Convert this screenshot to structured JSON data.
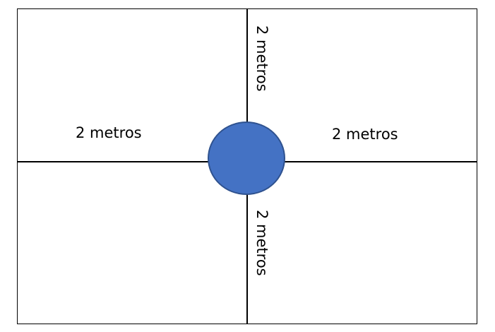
{
  "diagram": {
    "labels": {
      "left": "2 metros",
      "right": "2 metros",
      "top": "2 metros",
      "bottom": "2 metros"
    },
    "colors": {
      "circle_fill": "#4472C4",
      "circle_stroke": "#2F528F",
      "lines": "#000000"
    }
  }
}
